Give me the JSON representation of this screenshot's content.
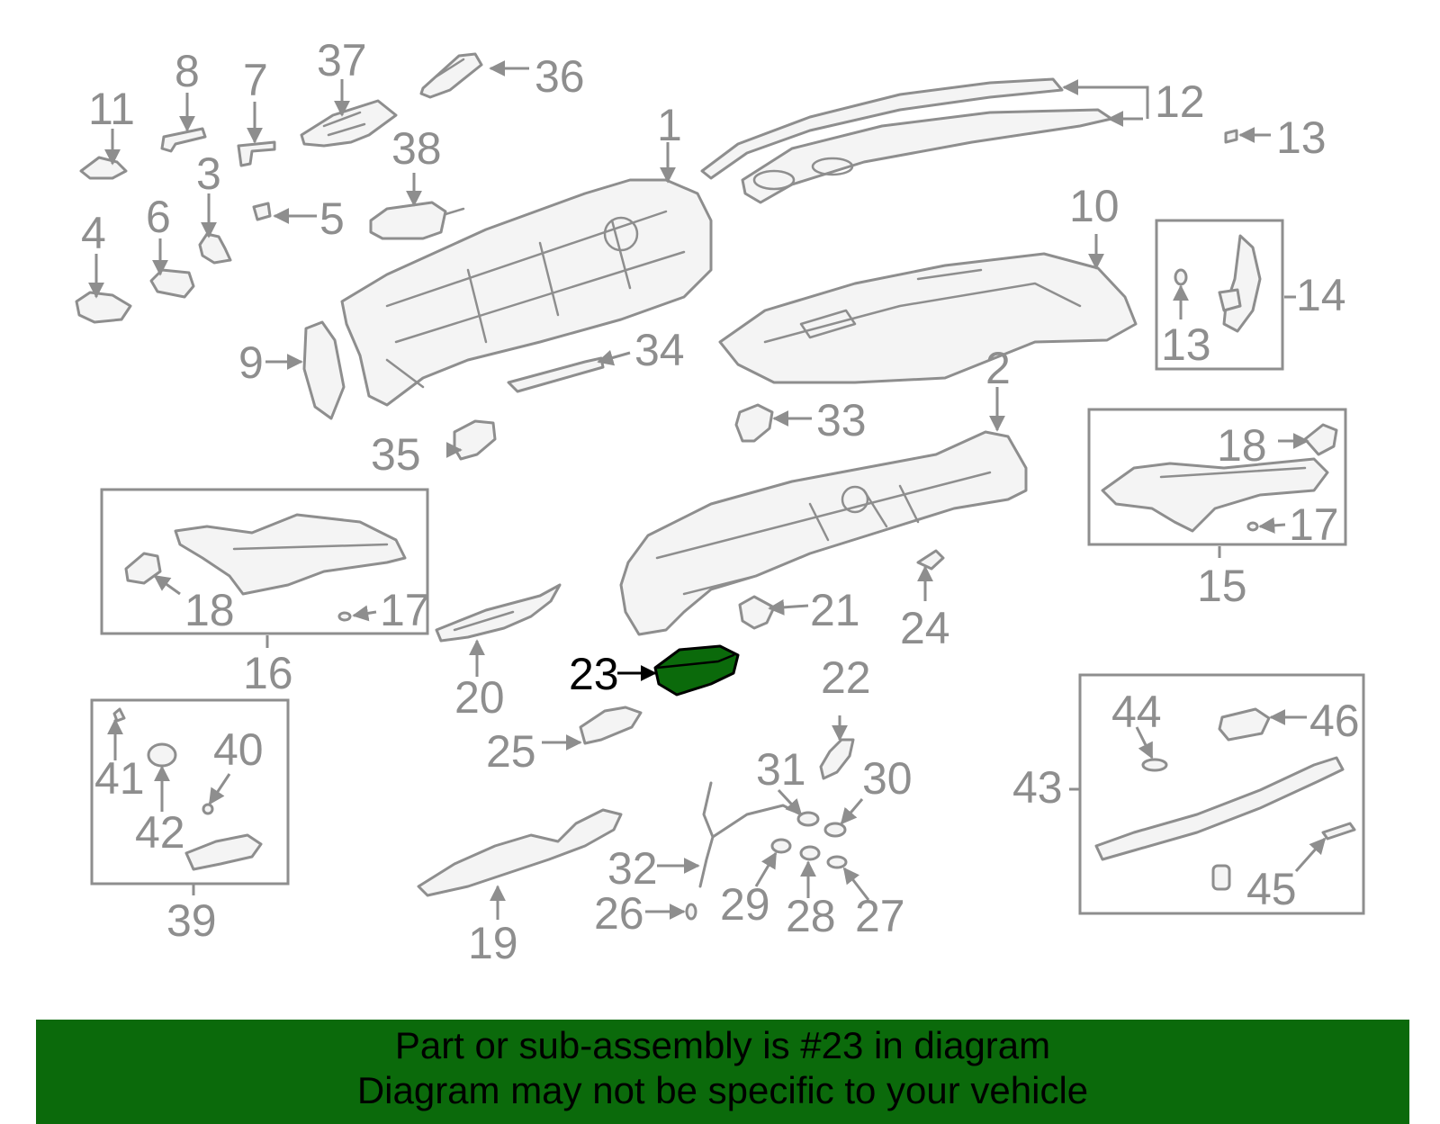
{
  "diagram": {
    "highlight_color": "#0b6a0b",
    "line_color": "#8e8e8e",
    "highlighted_part": "23",
    "callouts": {
      "c1": "1",
      "c2": "2",
      "c3": "3",
      "c4": "4",
      "c5": "5",
      "c6": "6",
      "c7": "7",
      "c8": "8",
      "c9": "9",
      "c10": "10",
      "c11": "11",
      "c12": "12",
      "c13a": "13",
      "c13b": "13",
      "c14": "14",
      "c15": "15",
      "c16": "16",
      "c17a": "17",
      "c17b": "17",
      "c18a": "18",
      "c18b": "18",
      "c19": "19",
      "c20": "20",
      "c21": "21",
      "c22": "22",
      "c23": "23",
      "c24": "24",
      "c25": "25",
      "c26": "26",
      "c27": "27",
      "c28": "28",
      "c29": "29",
      "c30": "30",
      "c31": "31",
      "c32": "32",
      "c33": "33",
      "c34": "34",
      "c35": "35",
      "c36": "36",
      "c37": "37",
      "c38": "38",
      "c39": "39",
      "c40": "40",
      "c41": "41",
      "c42": "42",
      "c43": "43",
      "c44": "44",
      "c45": "45",
      "c46": "46"
    }
  },
  "banner": {
    "line1": "Part or sub-assembly is #23 in diagram",
    "line2": "Diagram may not be specific to your vehicle"
  }
}
